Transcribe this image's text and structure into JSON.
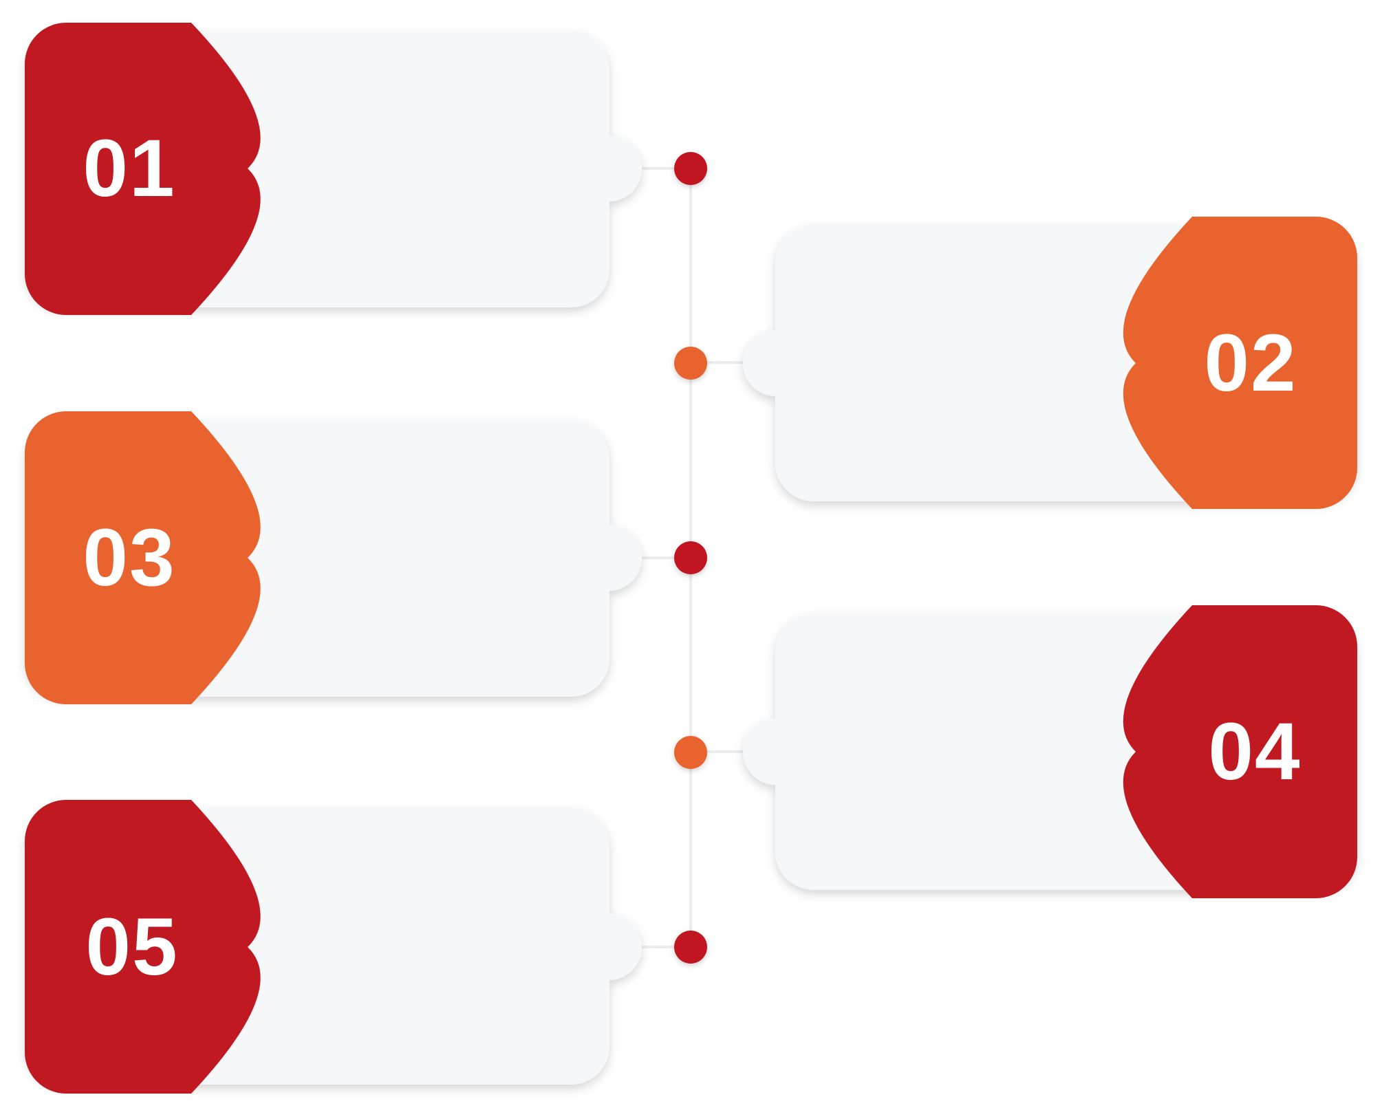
{
  "colors": {
    "red": "#C11921",
    "orange": "#E9632F",
    "card": "#F5F7F8",
    "connector": "#EDEDED"
  },
  "steps": [
    {
      "number": "01",
      "color": "red"
    },
    {
      "number": "02",
      "color": "orange"
    },
    {
      "number": "03",
      "color": "orange"
    },
    {
      "number": "04",
      "color": "red"
    },
    {
      "number": "05",
      "color": "red"
    }
  ]
}
